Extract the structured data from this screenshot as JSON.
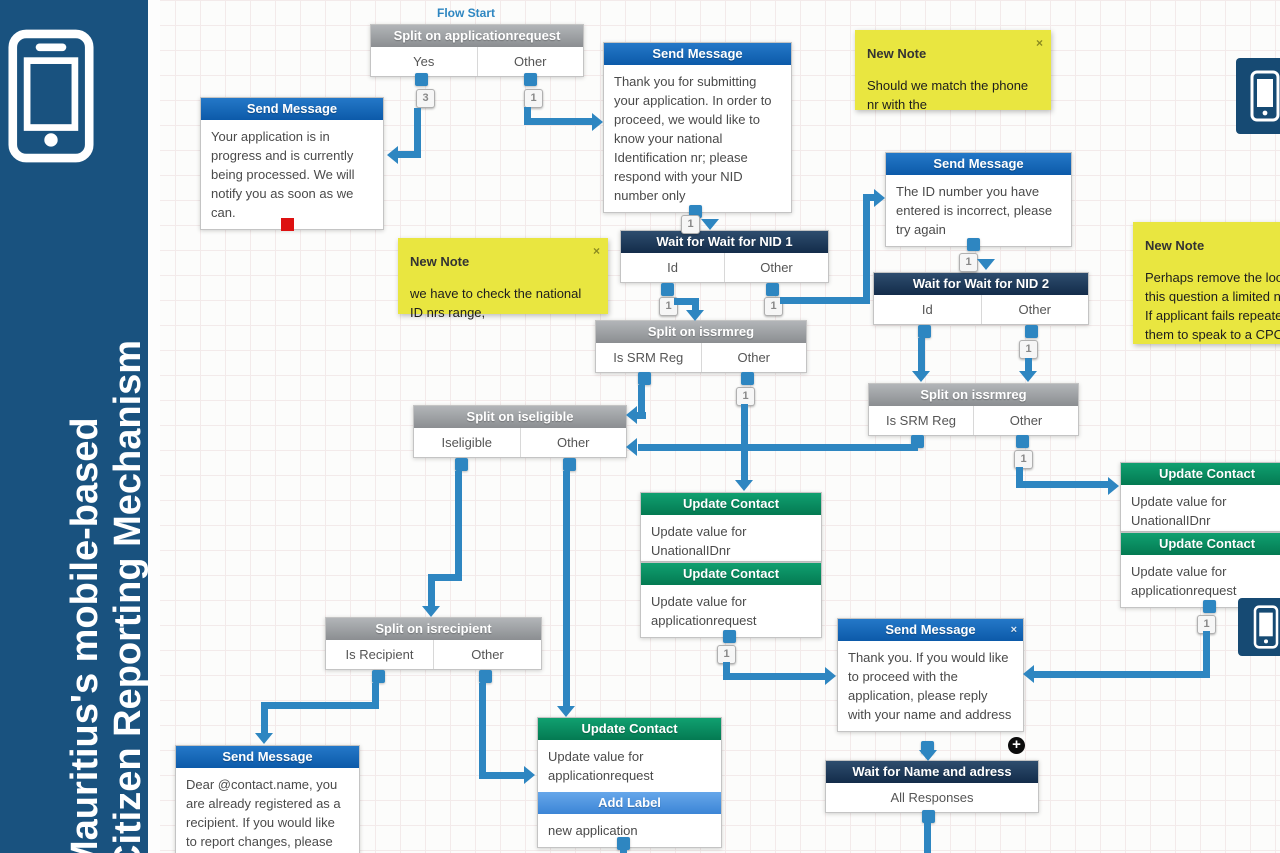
{
  "sidebar": {
    "title_line1": "Mauritius's mobile-based",
    "title_line2": "Citizen Reporting Mechanism"
  },
  "flow": {
    "start_label": "Flow Start",
    "icons": {
      "close": "×",
      "plus": "+"
    },
    "nodes": {
      "split_app": {
        "title": "Split on applicationrequest",
        "cells": [
          "Yes",
          "Other"
        ],
        "badges": [
          "3",
          "1"
        ]
      },
      "sm_thankyou": {
        "title": "Send Message",
        "body": "Thank you for submitting your application. In order to proceed, we would like to know your national Identification nr; please respond with your NID number only",
        "badge": "1"
      },
      "sm_progress": {
        "title": "Send Message",
        "body": "Your application is in progress and is currently being processed. We will notify you as soon as we can."
      },
      "sm_incorrect": {
        "title": "Send Message",
        "body": "The ID number you have entered is incorrect, please try again",
        "badge": "1"
      },
      "wait_nid1": {
        "title": "Wait for Wait for NID 1",
        "cells": [
          "Id",
          "Other"
        ],
        "badges": [
          "1",
          "1"
        ]
      },
      "wait_nid2": {
        "title": "Wait for Wait for NID 2",
        "cells": [
          "Id",
          "Other"
        ],
        "badges": [
          "1"
        ]
      },
      "split_issrmreg_mid": {
        "title": "Split on issrmreg",
        "cells": [
          "Is SRM Reg",
          "Other"
        ],
        "badges": [
          "1"
        ]
      },
      "split_issrmreg_right": {
        "title": "Split on issrmreg",
        "cells": [
          "Is SRM Reg",
          "Other"
        ],
        "badges": [
          "1"
        ]
      },
      "split_iseligible": {
        "title": "Split on iseligible",
        "cells": [
          "Iseligible",
          "Other"
        ]
      },
      "split_isrecipient": {
        "title": "Split on isrecipient",
        "cells": [
          "Is Recipient",
          "Other"
        ]
      },
      "uc_mid1": {
        "title": "Update Contact",
        "body": "Update value for UnationalIDnr"
      },
      "uc_mid2": {
        "title": "Update Contact",
        "body": "Update value for applicationrequest",
        "badge": "1"
      },
      "uc_right1": {
        "title": "Update Contact",
        "body": "Update value for UnationalIDnr"
      },
      "uc_right2": {
        "title": "Update Contact",
        "body": "Update value for applicationrequest",
        "badge": "1"
      },
      "sm_thankyou2": {
        "title": "Send Message",
        "body": "Thank you. If you would like to proceed with the application, please reply with your name and address"
      },
      "wait_name": {
        "title": "Wait for Name and adress",
        "cells": [
          "All Responses"
        ]
      },
      "sm_dear": {
        "title": "Send Message",
        "body": "Dear @contact.name, you are already registered as a recipient. If you would like to report changes, please consult your CPC contact"
      },
      "uc_bottom": {
        "title": "Update Contact",
        "body": "Update value for applicationrequest",
        "label_title": "Add Label",
        "label_body": "new application"
      }
    },
    "notes": {
      "phone": {
        "title": "New Note",
        "body": "Should we match the phone nr with the"
      },
      "national": {
        "title": "New Note",
        "body": "we have to check the national ID nrs range,"
      },
      "loop": {
        "title": "New Note",
        "body": "Perhaps remove the loop. re-ask this question a limited nr of times. If applicant fails repeatedly, ask them to speak to a CPC or CAB."
      }
    },
    "colors": {
      "send_message_header": "#1268b3",
      "split_header": "#9a9da0",
      "wait_header": "#1d3c5e",
      "update_contact_header": "#0a9166",
      "add_label_header": "#4b94dd",
      "connector": "#2e86c1",
      "note_bg": "#e9e640",
      "sidebar_bg": "#19527f",
      "red_marker": "#dd1111"
    }
  }
}
